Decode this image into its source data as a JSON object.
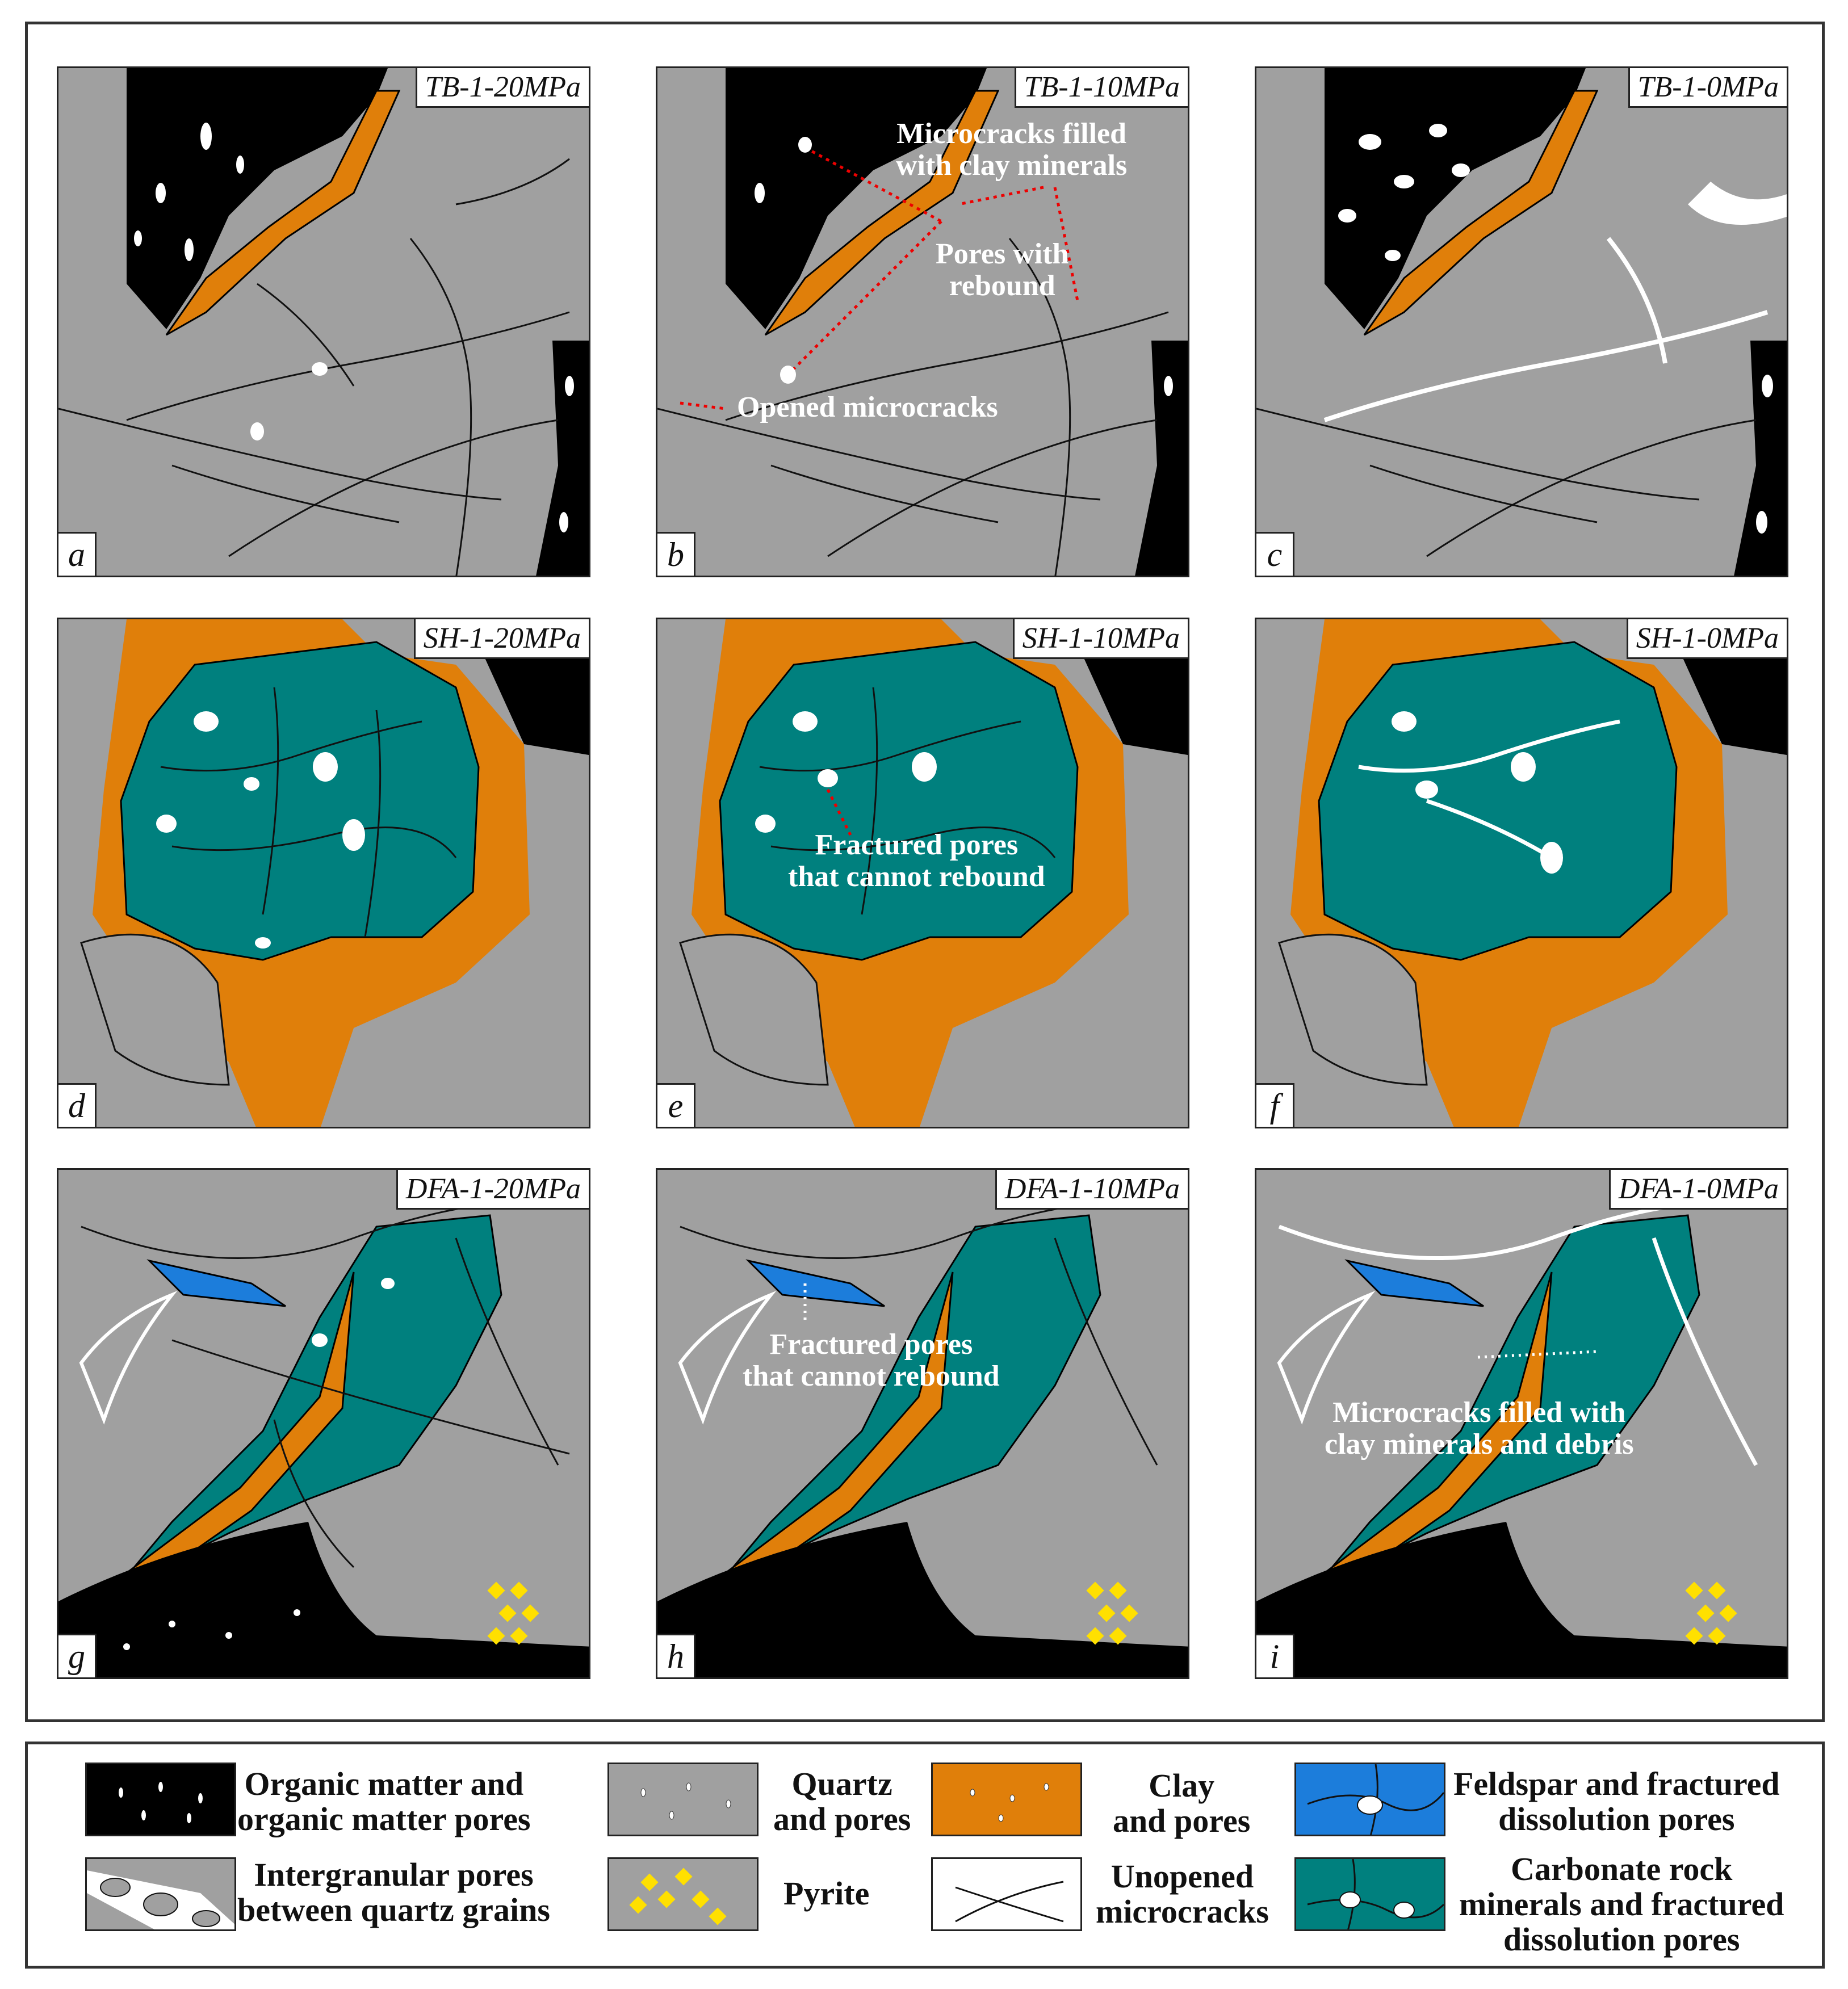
{
  "colors": {
    "organic": "#000000",
    "quartz": "#a0a0a0",
    "clay": "#e07f0a",
    "feldspar": "#1c7ddb",
    "carbonate": "#00807e",
    "pyrite": "#ffe000",
    "pore": "#ffffff"
  },
  "panels": [
    {
      "letter": "a",
      "title": "TB-1-20MPa"
    },
    {
      "letter": "b",
      "title": "TB-1-10MPa"
    },
    {
      "letter": "c",
      "title": "TB-1-0MPa"
    },
    {
      "letter": "d",
      "title": "SH-1-20MPa"
    },
    {
      "letter": "e",
      "title": "SH-1-10MPa"
    },
    {
      "letter": "f",
      "title": "SH-1-0MPa"
    },
    {
      "letter": "g",
      "title": "DFA-1-20MPa"
    },
    {
      "letter": "h",
      "title": "DFA-1-10MPa"
    },
    {
      "letter": "i",
      "title": "DFA-1-0MPa"
    }
  ],
  "annotations": {
    "b_microcracks": "Microcracks filled\nwith clay minerals",
    "b_pores": "Pores with\nrebound",
    "b_opened": "Opened microcracks",
    "e_fractured": "Fractured pores\nthat cannot rebound",
    "h_fractured": "Fractured pores\nthat cannot rebound",
    "i_microcracks": "Microcracks filled with\nclay minerals and debris"
  },
  "legend": [
    {
      "key": "organic",
      "label": "Organic matter and\norganic matter pores"
    },
    {
      "key": "quartz",
      "label": "Quartz\nand pores"
    },
    {
      "key": "clay",
      "label": "Clay\nand pores"
    },
    {
      "key": "feldspar",
      "label": "Feldspar and fractured\ndissolution pores"
    },
    {
      "key": "intergranular",
      "label": "Intergranular pores\nbetween quartz grains"
    },
    {
      "key": "pyrite",
      "label": "Pyrite"
    },
    {
      "key": "microcracks",
      "label": "Unopened\nmicrocracks"
    },
    {
      "key": "carbonate",
      "label": "Carbonate rock\nminerals and fractured\ndissolution pores"
    }
  ]
}
